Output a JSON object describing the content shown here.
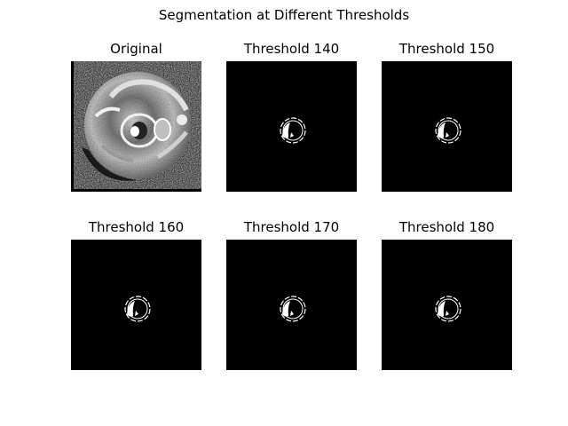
{
  "figure": {
    "title": "Segmentation at Different Thresholds"
  },
  "panels": [
    {
      "title": "Original",
      "kind": "original"
    },
    {
      "title": "Threshold 140",
      "kind": "mask",
      "threshold": 140
    },
    {
      "title": "Threshold 150",
      "kind": "mask",
      "threshold": 150
    },
    {
      "title": "Threshold 160",
      "kind": "mask",
      "threshold": 160
    },
    {
      "title": "Threshold 170",
      "kind": "mask",
      "threshold": 170
    },
    {
      "title": "Threshold 180",
      "kind": "mask",
      "threshold": 180
    }
  ],
  "colors": {
    "background": "#000000",
    "mask": "#ffffff"
  }
}
